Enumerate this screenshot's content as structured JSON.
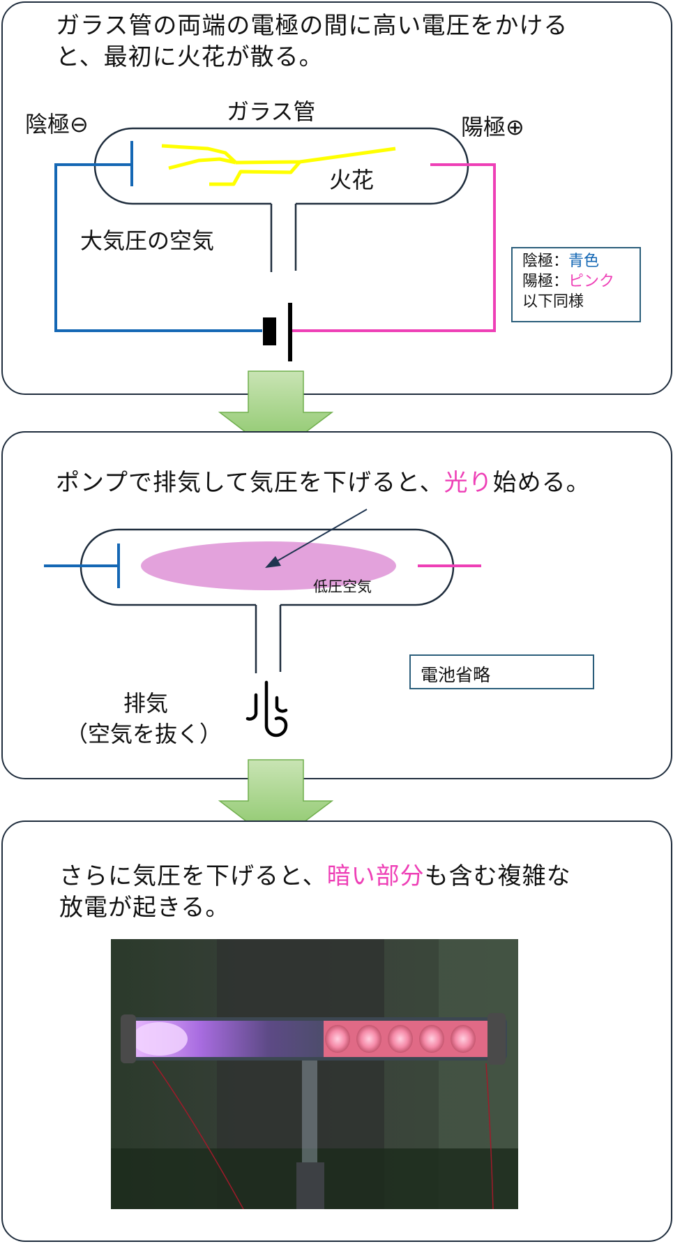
{
  "panel1": {
    "caption_line1": "ガラス管の両端の電極の間に高い電圧をかける",
    "caption_line2": "と、最初に火花が散る。",
    "cathode_label": "陰極⊖",
    "anode_label": "陽極⊕",
    "glass_tube_label": "ガラス管",
    "spark_label": "火花",
    "air_label": "大気圧の空気",
    "legend": {
      "cathode_prefix": "陰極：",
      "cathode_color_name": "青色",
      "anode_prefix": "陽極：",
      "anode_color_name": "ピンク",
      "note": "以下同様"
    }
  },
  "panel2": {
    "caption_prefix": "ポンプで排気して気圧を下げると、",
    "caption_highlight": "光り",
    "caption_suffix": "始める。",
    "low_pressure_label": "低圧空気",
    "battery_note": "電池省略",
    "exhaust_line1": "排気",
    "exhaust_line2": "（空気を抜く）"
  },
  "panel3": {
    "caption_prefix": "さらに気圧を下げると、",
    "caption_highlight": "暗い部分",
    "caption_suffix": "も含む複雑な",
    "caption_line2": "放電が起きる。"
  },
  "colors": {
    "cathode": "#1467b4",
    "anode": "#ee3fb6",
    "spark": "#ffff00",
    "glow": "#e3a2dc",
    "arrow": "#8cc66a",
    "outline": "#1f2d3d"
  },
  "icons": {
    "arrow_down": "down-arrow-icon",
    "exhaust": "wind-icon",
    "battery": "battery-icon"
  }
}
